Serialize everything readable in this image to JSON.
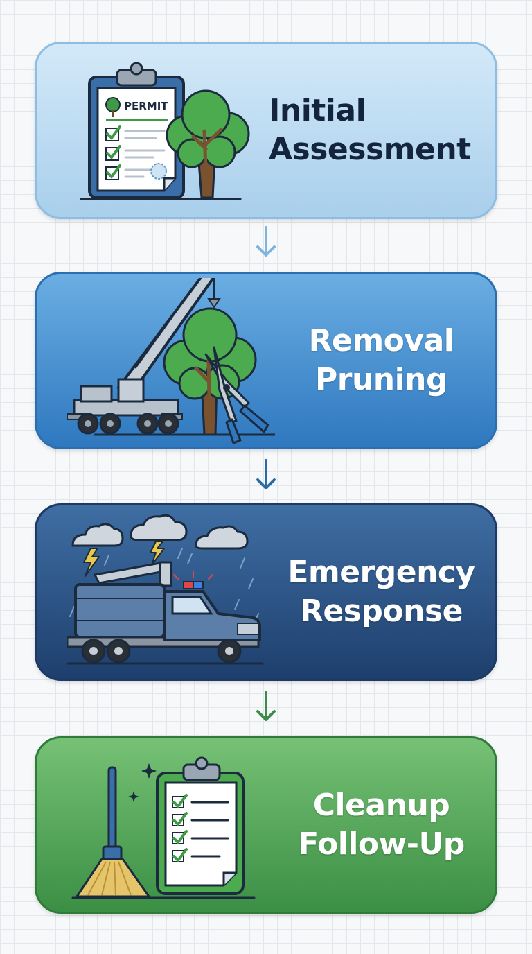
{
  "steps": [
    {
      "line1": "Initial",
      "line2": "Assessment",
      "illustration": "permit-clipboard-and-tree",
      "badge": "PERMIT"
    },
    {
      "line1": "Removal",
      "line2": "Pruning",
      "illustration": "crane-truck-and-pruning-shears"
    },
    {
      "line1": "Emergency",
      "line2": "Response",
      "illustration": "storm-and-utility-truck"
    },
    {
      "line1": "Cleanup",
      "line2": "Follow-Up",
      "illustration": "broom-and-checklist"
    }
  ],
  "colors": {
    "step1": "#a9cfec",
    "step2": "#2f78bf",
    "step3": "#1e3f6d",
    "step4": "#3b8f45",
    "arrow1": "#7fb5dd",
    "arrow2": "#2d6aa3",
    "arrow3": "#3d8d4a"
  }
}
